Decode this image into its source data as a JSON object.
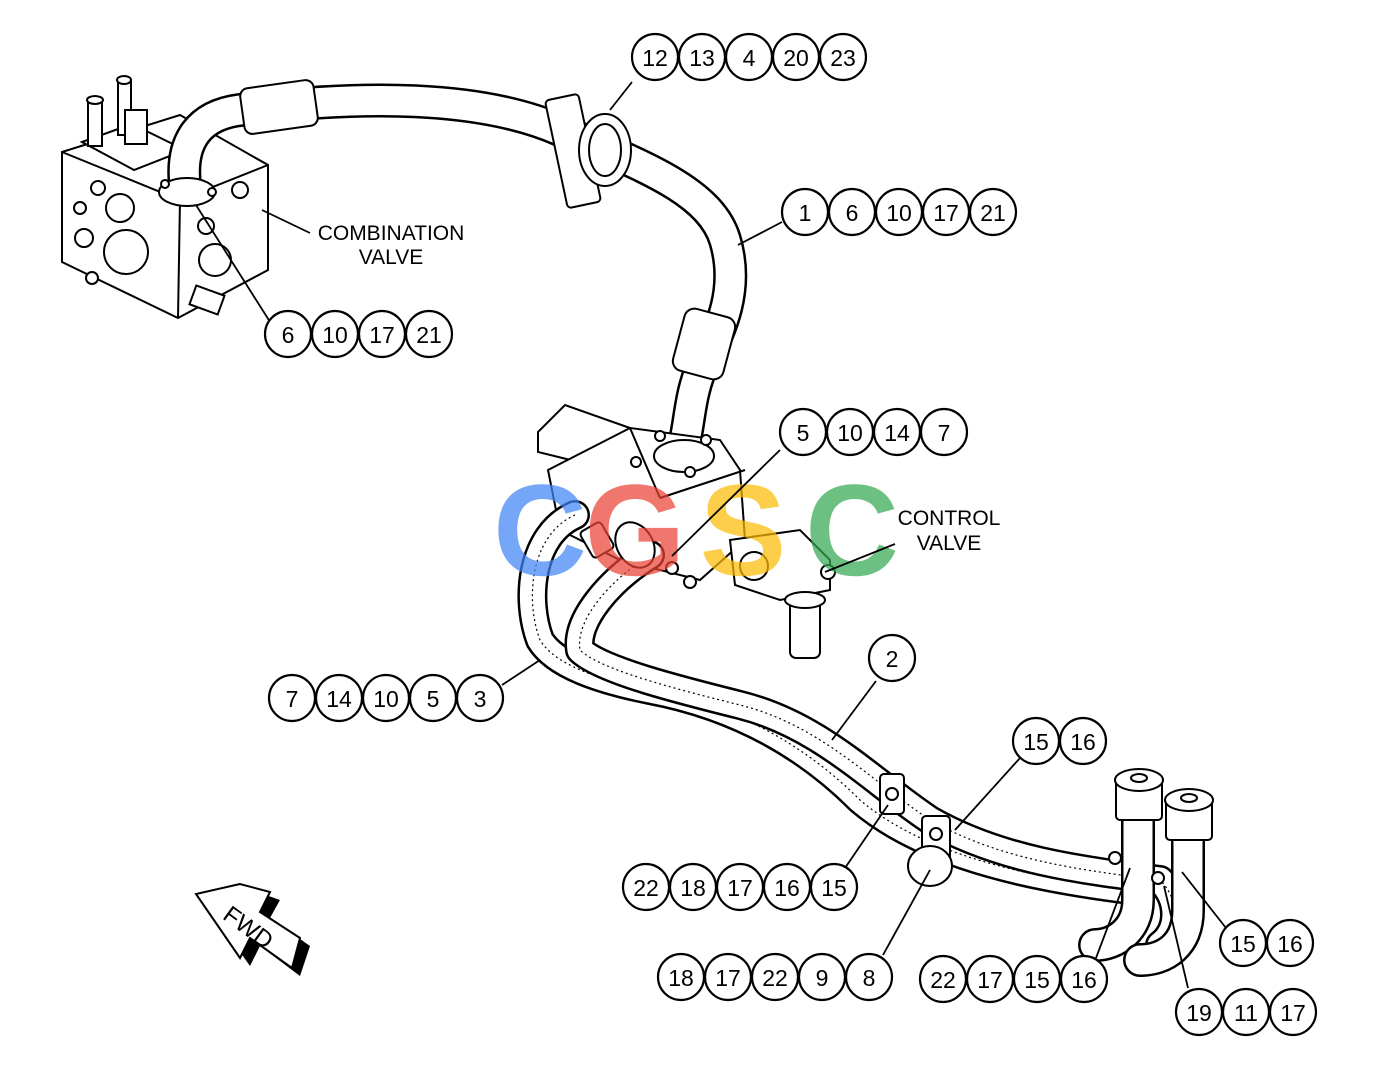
{
  "labels": {
    "combination_valve": [
      "COMBINATION",
      "VALVE"
    ],
    "control_valve": [
      "CONTROL",
      "VALVE"
    ],
    "fwd": "FWD"
  },
  "watermark": {
    "letters": [
      "C",
      "G",
      "S",
      "C"
    ],
    "colors": [
      "#4285F4",
      "#EA4335",
      "#FBBC05",
      "#34A853"
    ]
  },
  "callouts": [
    {
      "id": "top-clamp",
      "numbers": [
        "12",
        "13",
        "4",
        "20",
        "23"
      ]
    },
    {
      "id": "upper-tube",
      "numbers": [
        "1",
        "6",
        "10",
        "17",
        "21"
      ]
    },
    {
      "id": "combination-valve-flange",
      "numbers": [
        "6",
        "10",
        "17",
        "21"
      ]
    },
    {
      "id": "control-valve-flange",
      "numbers": [
        "5",
        "10",
        "14",
        "7"
      ]
    },
    {
      "id": "left-tube",
      "numbers": [
        "7",
        "14",
        "10",
        "5",
        "3"
      ]
    },
    {
      "id": "lower-tube",
      "numbers": [
        "2"
      ]
    },
    {
      "id": "mid-clamp",
      "numbers": [
        "15",
        "16"
      ]
    },
    {
      "id": "clamp-bolt-a",
      "numbers": [
        "22",
        "18",
        "17",
        "16",
        "15"
      ]
    },
    {
      "id": "clamp-bolt-b",
      "numbers": [
        "18",
        "17",
        "22",
        "9",
        "8"
      ]
    },
    {
      "id": "end-clamp",
      "numbers": [
        "22",
        "17",
        "15",
        "16"
      ]
    },
    {
      "id": "right-flange",
      "numbers": [
        "15",
        "16"
      ]
    },
    {
      "id": "end-fitting",
      "numbers": [
        "19",
        "11",
        "17"
      ]
    }
  ]
}
